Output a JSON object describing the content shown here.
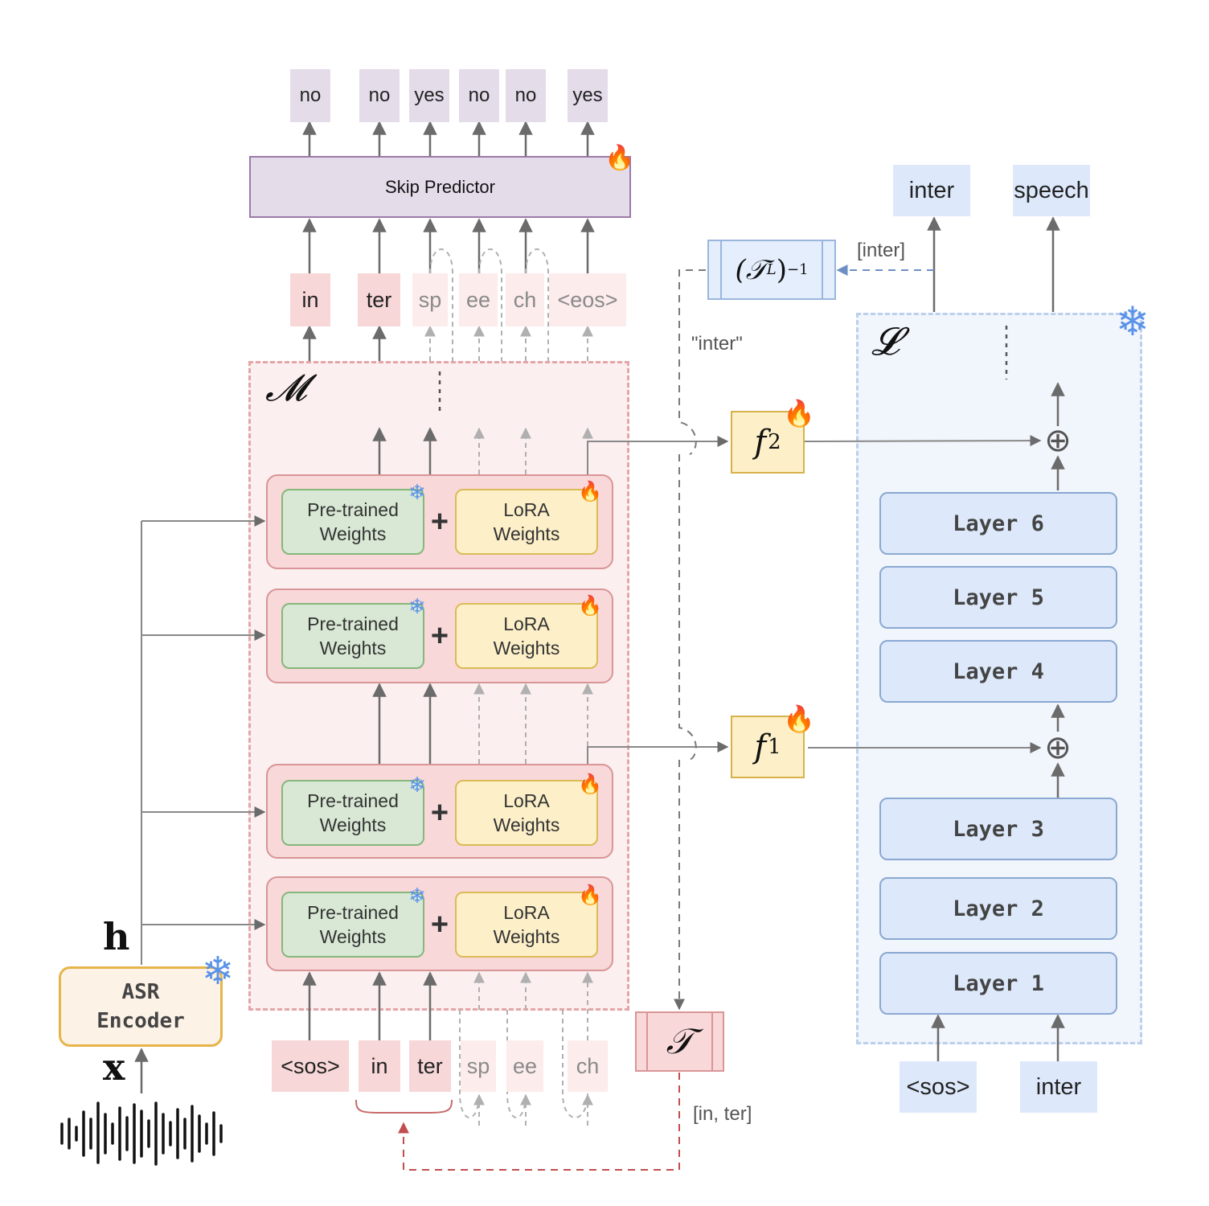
{
  "skip_predictor": {
    "label": "Skip Predictor",
    "outputs": [
      "no",
      "no",
      "yes",
      "no",
      "no",
      "yes"
    ]
  },
  "decoder_mid_tokens": [
    "in",
    "ter",
    "sp",
    "ee",
    "ch",
    "<eos>"
  ],
  "decoder_input_tokens": [
    "<sos>",
    "in",
    "ter",
    "sp",
    "ee",
    "ch"
  ],
  "region_m": {
    "symbol": "𝓜"
  },
  "region_l": {
    "symbol": "𝓛"
  },
  "lora_blocks": {
    "pretrained_label": "Pre-trained\nWeights",
    "lora_label": "LoRA\nWeights",
    "plus": "+"
  },
  "fusion": {
    "f1_main": "f",
    "f1_sub": "1",
    "f2_main": "f",
    "f2_sub": "2",
    "oplus": "⊕"
  },
  "llm_layers": [
    "Layer 6",
    "Layer 5",
    "Layer 4",
    "Layer 3",
    "Layer 2",
    "Layer 1"
  ],
  "llm_outputs": [
    "inter",
    "speech"
  ],
  "llm_inputs": [
    "<sos>",
    "inter"
  ],
  "tokenizer": {
    "symbol": "𝒯",
    "inverse_main": "(𝒯",
    "inverse_sup_L": "L",
    "inverse_close": ")",
    "inverse_sup_neg1": "−1"
  },
  "annotations": {
    "inter_bracket": "[inter]",
    "inter_quoted": "\"inter\"",
    "in_ter_bracket": "[in, ter]"
  },
  "asr": {
    "label": "ASR\nEncoder",
    "h": "h",
    "x": "x"
  },
  "icons": {
    "snowflake": "❄",
    "fire": "🔥",
    "waveform": "audio-waveform"
  },
  "colors": {
    "pink_token": "#f8d7d8",
    "faded_token": "#fcecec",
    "purple": "#e5dcea",
    "blue": "#dde9fb",
    "green": "#d8e8d4",
    "yellow": "#fdf0c9",
    "snowflake": "#5b93e8",
    "fire": "#f0781e"
  }
}
